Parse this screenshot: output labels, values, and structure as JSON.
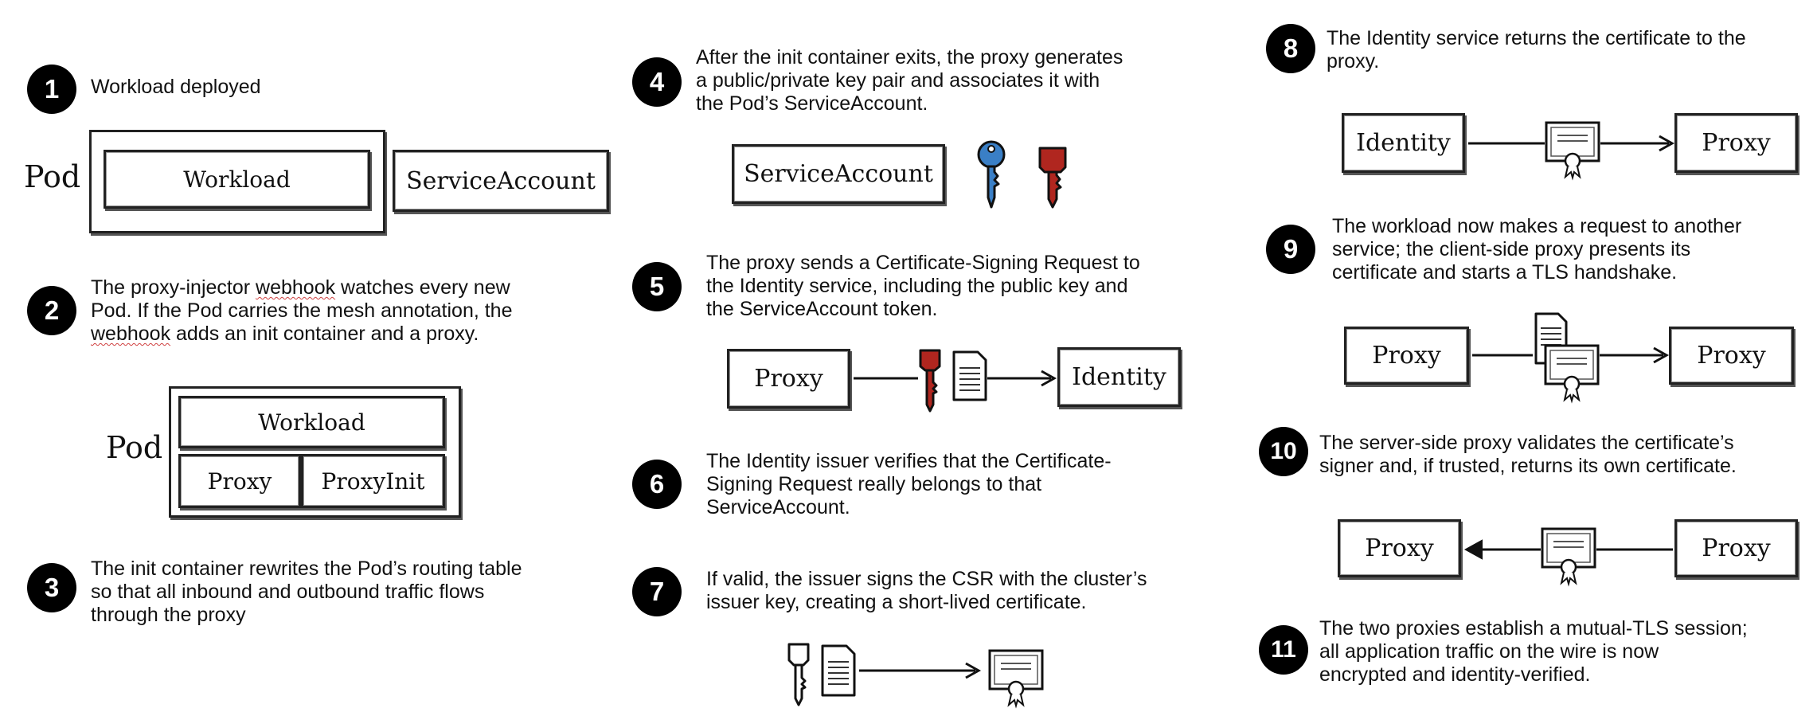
{
  "steps": [
    {
      "number": "1",
      "text": "Workload deployed"
    },
    {
      "number": "2",
      "text_parts": [
        "The proxy-injector ",
        "webhook",
        " watches every new\nPod. If the Pod carries the mesh annotation, the\n",
        "webhook",
        " adds an init container and a proxy."
      ]
    },
    {
      "number": "3",
      "text": "The init container rewrites the Pod’s routing table\nso that all inbound and outbound traffic flows\nthrough the proxy"
    },
    {
      "number": "4",
      "text": "After the init container exits, the proxy generates\na public/private key pair and associates it with\nthe Pod’s ServiceAccount."
    },
    {
      "number": "5",
      "text": "The proxy sends a Certificate-Signing Request to\nthe Identity service, including the public key and\nthe ServiceAccount token."
    },
    {
      "number": "6",
      "text": "The Identity issuer verifies that the Certificate-\nSigning Request really belongs to that\nServiceAccount."
    },
    {
      "number": "7",
      "text": "If valid, the issuer signs the CSR with the cluster’s\nissuer key, creating a short-lived certificate."
    },
    {
      "number": "8",
      "text": "The Identity service returns the certificate to the\nproxy."
    },
    {
      "number": "9",
      "text": "The workload now makes a request to another\nservice; the client-side proxy presents its\ncertificate and starts a TLS handshake."
    },
    {
      "number": "10",
      "text": "The server-side proxy validates the certificate’s\nsigner and, if trusted, returns its own certificate."
    },
    {
      "number": "11",
      "text": "The two proxies establish a mutual-TLS session;\nall application traffic on the wire is now\nencrypted and identity-verified."
    }
  ],
  "diagrams": {
    "d1": {
      "pod_label": "Pod",
      "workload": "Workload",
      "service_account": "ServiceAccount"
    },
    "d2": {
      "pod_label": "Pod",
      "workload": "Workload",
      "proxy": "Proxy",
      "proxy_init": "ProxyInit"
    },
    "d4": {
      "service_account": "ServiceAccount"
    },
    "d5": {
      "proxy": "Proxy",
      "identity": "Identity"
    },
    "d8": {
      "identity": "Identity",
      "proxy": "Proxy"
    },
    "d9": {
      "left": "Proxy",
      "right": "Proxy"
    },
    "d10": {
      "left": "Proxy",
      "right": "Proxy"
    }
  },
  "colors": {
    "public_key": "#3a7fc6",
    "private_key": "#b0261f",
    "ink": "#111111"
  },
  "icons": [
    "key-icon",
    "document-icon",
    "certificate-icon",
    "arrow-icon"
  ]
}
